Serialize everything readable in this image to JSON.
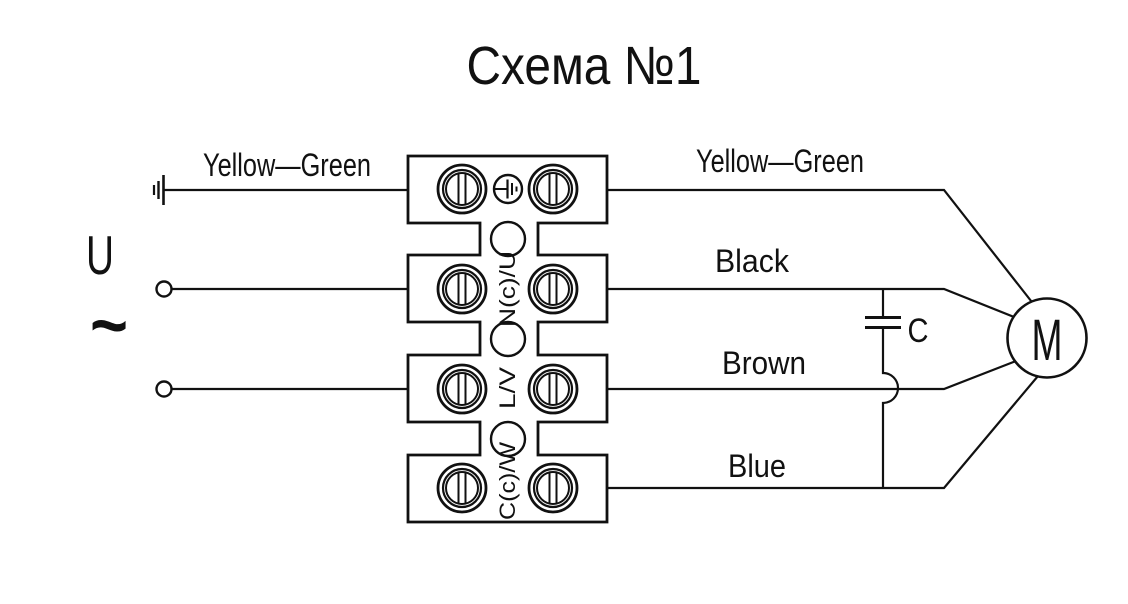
{
  "title": "Схема №1",
  "power_source": {
    "voltage_label": "U",
    "ac_symbol": "~"
  },
  "input_wire_label": "Yellow—Green",
  "output_wires": [
    {
      "label": "Yellow—Green"
    },
    {
      "label": "Black"
    },
    {
      "label": "Brown"
    },
    {
      "label": "Blue"
    }
  ],
  "terminal_strip": {
    "row_labels": [
      "N(c)/U",
      "L/V",
      "C(c)/W"
    ]
  },
  "capacitor": {
    "label": "C"
  },
  "motor": {
    "label": "M"
  },
  "colors": {
    "line": "#111111",
    "background": "#ffffff"
  }
}
